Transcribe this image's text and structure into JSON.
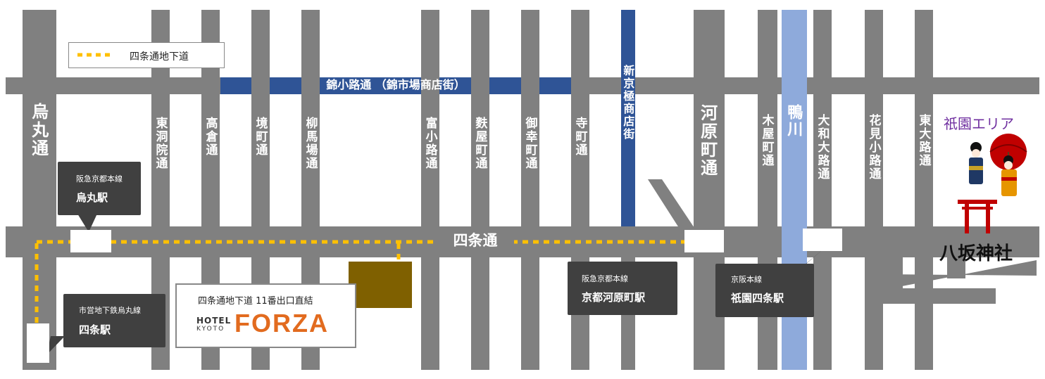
{
  "legend": {
    "label": "四条通地下道"
  },
  "streets": {
    "nishiki": "錦小路通 （錦市場商店街）",
    "shijo": "四条通",
    "karasuma": "烏丸通",
    "higashinotoin": "東洞院通",
    "takakura": "高倉通",
    "sakaimachi": "境町通",
    "yanaginobamba": "柳馬場通",
    "tominokoji": "富小路通",
    "fuyacho": "麩屋町通",
    "gokomachi": "御幸町通",
    "teramachi": "寺町通",
    "shinkyogoku": "新京極商店街",
    "kawaramachi": "河原町通",
    "kiyamachi": "木屋町通",
    "kamogawa": "鴨川",
    "yamatooji": "大和大路通",
    "hanamikoji": "花見小路通",
    "higashioji": "東大路通"
  },
  "stations": {
    "karasuma": {
      "line": "阪急京都本線",
      "name": "烏丸駅"
    },
    "shijo": {
      "line": "市営地下鉄烏丸線",
      "name": "四条駅"
    },
    "kawaramachi": {
      "line": "阪急京都本線",
      "name": "京都河原町駅"
    },
    "gionshijo": {
      "line": "京阪本線",
      "name": "祇園四条駅"
    }
  },
  "hotel": {
    "caption": "四条通地下道 11番出口直結",
    "hotel_word": "HOTEL",
    "city_word": "KYOTO",
    "brand": "FORZA"
  },
  "area": {
    "gion": "祇園エリア",
    "yasaka": "八坂神社"
  },
  "colors": {
    "road": "#808080",
    "nishiki": "#2f5496",
    "kamo_river": "#8eaadb",
    "underpass": "#ffc000",
    "hotel_block": "#7f6000",
    "callout": "#404040",
    "forza": "#e26b1f",
    "gion": "#7030a0"
  }
}
